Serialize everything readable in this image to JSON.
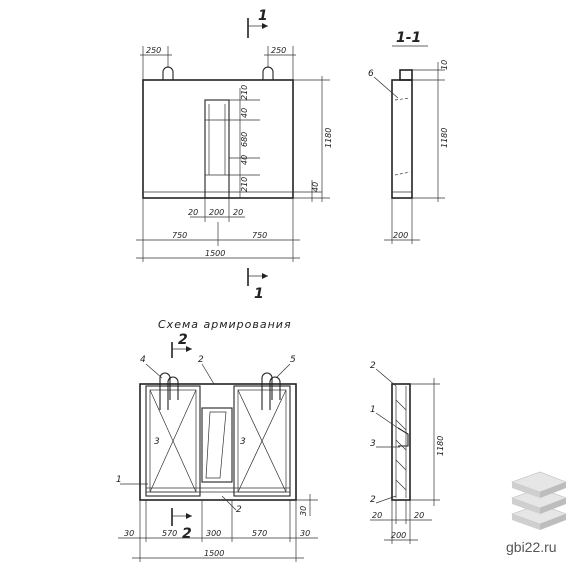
{
  "section_marks": {
    "top": "1",
    "bottom": "1",
    "section_title": "1-1",
    "reinf_top": "2",
    "reinf_bottom": "2"
  },
  "heading": "Схема армирования",
  "elevation_dims": {
    "loop_left": "250",
    "loop_right": "250",
    "half_left": "750",
    "half_right": "750",
    "total": "1500",
    "height": "1180",
    "bottom_40": "40",
    "open_210_top": "210",
    "open_40_a": "40",
    "open_680": "680",
    "open_40_b": "40",
    "open_210_bottom": "210",
    "open_20_left": "20",
    "open_200": "200",
    "open_20_right": "20"
  },
  "section_dims": {
    "top_10": "10",
    "height": "1180",
    "width": "200",
    "callout_6": "6"
  },
  "reinf_dims": {
    "d30_left": "30",
    "d570_left": "570",
    "d300": "300",
    "d570_right": "570",
    "d30_right": "30",
    "total": "1500",
    "bottom_30": "30"
  },
  "reinf_callouts": {
    "c1": "1",
    "c2_top": "2",
    "c2_bottom": "2",
    "c3_left": "3",
    "c3_right": "3",
    "c4": "4",
    "c5": "5"
  },
  "reinf_section": {
    "c2_top": "2",
    "c1": "1",
    "c3": "3",
    "c2_bottom": "2",
    "d20_left": "20",
    "d20_right": "20",
    "width": "200",
    "height": "1180"
  },
  "brand": {
    "text": "gbi22.ru",
    "logo_icon": "stacked-slabs-icon"
  }
}
